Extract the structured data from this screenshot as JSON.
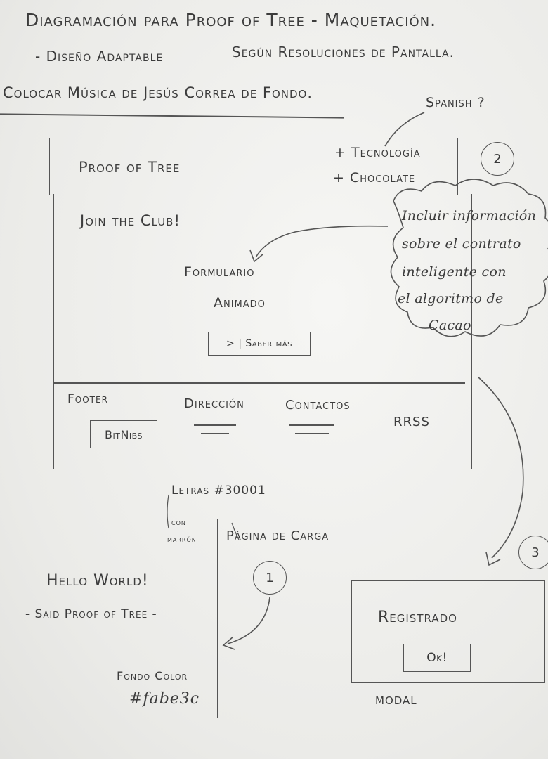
{
  "header": {
    "line1": "Diagramación para Proof of Tree - Maquetación.",
    "line2_left": "- Diseño Adaptable",
    "line2_right": "Según Resoluciones de Pantalla.",
    "line3": "Colocar Música de Jesús Correa de Fondo."
  },
  "annotations": {
    "spanish": "Spanish ?",
    "cloud_lines": [
      "Incluir información",
      "sobre el contrato",
      "inteligente con",
      "el algoritmo de",
      "Cacao"
    ],
    "letras_line1": "Letras #30001",
    "letras_line2": "con",
    "letras_line3": "marrón",
    "pagina_carga": "Página de Carga",
    "modal": "MODAL"
  },
  "main_page": {
    "badge": "2",
    "logo": "Proof of Tree",
    "nav_items": [
      "+ Tecnología",
      "+ Chocolate"
    ],
    "join": "Join the Club!",
    "form_line1": "Formulario",
    "form_line2": "Animado",
    "saber_mas": "> | Saber más",
    "footer_label": "Footer",
    "footer_logo": "BitNibs",
    "direccion": "Dirección",
    "contactos": "Contactos",
    "rrss": "RRSS"
  },
  "loading_page": {
    "badge": "1",
    "hello": "Hello World!",
    "said": "- Said Proof of Tree -",
    "fondo_line1": "Fondo Color",
    "fondo_line2": "#fabe3c"
  },
  "modal_page": {
    "badge": "3",
    "registrado": "Registrado",
    "ok": "Ok!"
  }
}
